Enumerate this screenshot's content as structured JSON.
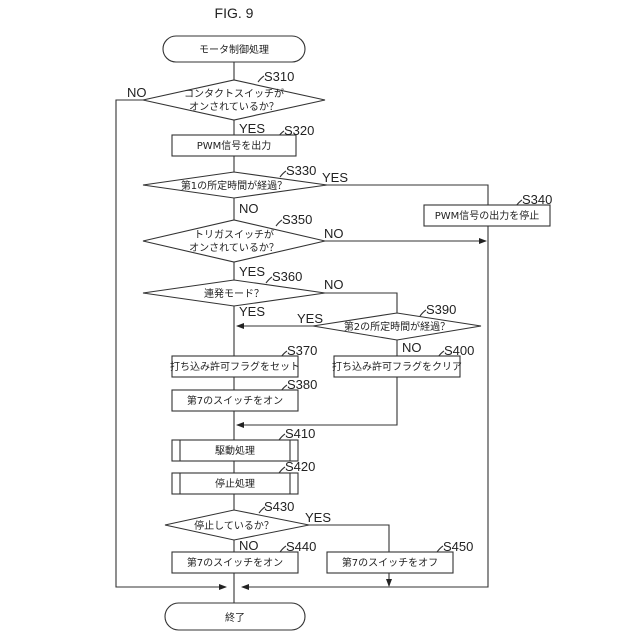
{
  "figure": {
    "title": "FIG. 9"
  },
  "nodes": {
    "start": {
      "text": "モータ制御処理"
    },
    "s310": {
      "step": "S310",
      "line1": "コンタクトスイッチが",
      "line2": "オンされているか？"
    },
    "s320": {
      "step": "S320",
      "text": "PWM信号を出力"
    },
    "s330": {
      "step": "S330",
      "text": "第1の所定時間が経過？"
    },
    "s340": {
      "step": "S340",
      "text": "PWM信号の出力を停止"
    },
    "s350": {
      "step": "S350",
      "line1": "トリガスイッチが",
      "line2": "オンされているか？"
    },
    "s360": {
      "step": "S360",
      "text": "連発モード？"
    },
    "s370": {
      "step": "S370",
      "text": "打ち込み許可フラグをセット"
    },
    "s380": {
      "step": "S380",
      "text": "第7のスイッチをオン"
    },
    "s390": {
      "step": "S390",
      "text": "第2の所定時間が経過？"
    },
    "s400": {
      "step": "S400",
      "text": "打ち込み許可フラグをクリア"
    },
    "s410": {
      "step": "S410",
      "text": "駆動処理"
    },
    "s420": {
      "step": "S420",
      "text": "停止処理"
    },
    "s430": {
      "step": "S430",
      "text": "停止しているか？"
    },
    "s440": {
      "step": "S440",
      "text": "第7のスイッチをオン"
    },
    "s450": {
      "step": "S450",
      "text": "第7のスイッチをオフ"
    },
    "end": {
      "text": "終了"
    }
  },
  "edge_labels": {
    "yes": "YES",
    "no": "NO"
  }
}
